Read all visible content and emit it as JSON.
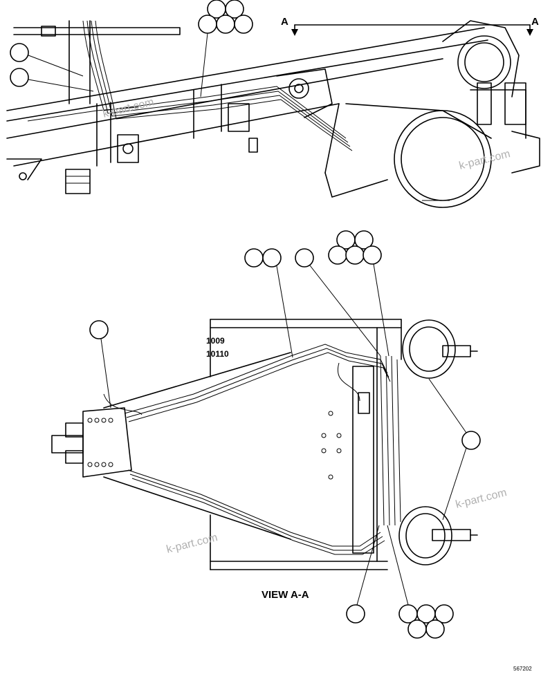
{
  "section_marker": {
    "left": "A",
    "right": "A"
  },
  "view_title": "VIEW A-A",
  "watermarks": [
    "k-part.com",
    "k-part.com",
    "k-part.com",
    "k-part.com"
  ],
  "part_codes": [
    "1009",
    "10110"
  ],
  "drawing_number": "567202",
  "colors": {
    "line": "#000000",
    "watermark": "#b0b0b0",
    "background": "#ffffff"
  }
}
